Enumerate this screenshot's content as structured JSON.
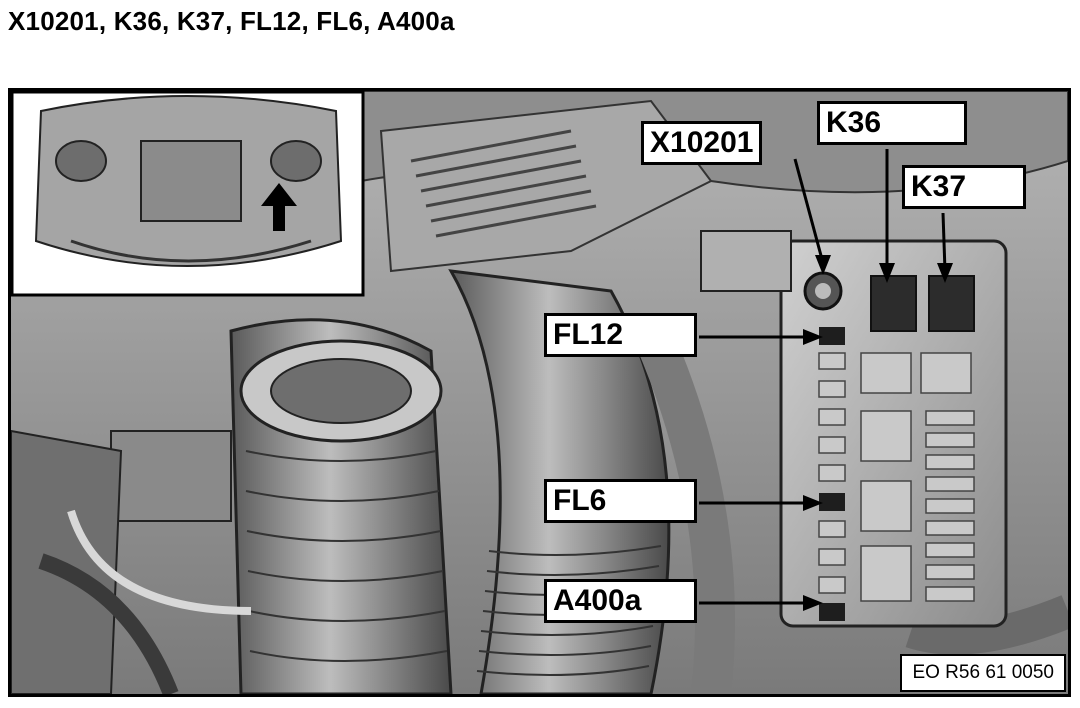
{
  "title": "X10201, K36, K37, FL12, FL6, A400a",
  "callouts": {
    "x10201": "X10201",
    "k36": "K36",
    "k37": "K37",
    "fl12": "FL12",
    "fl6": "FL6",
    "a400a": "A400a"
  },
  "figure_code": "EO R56 61 0050"
}
